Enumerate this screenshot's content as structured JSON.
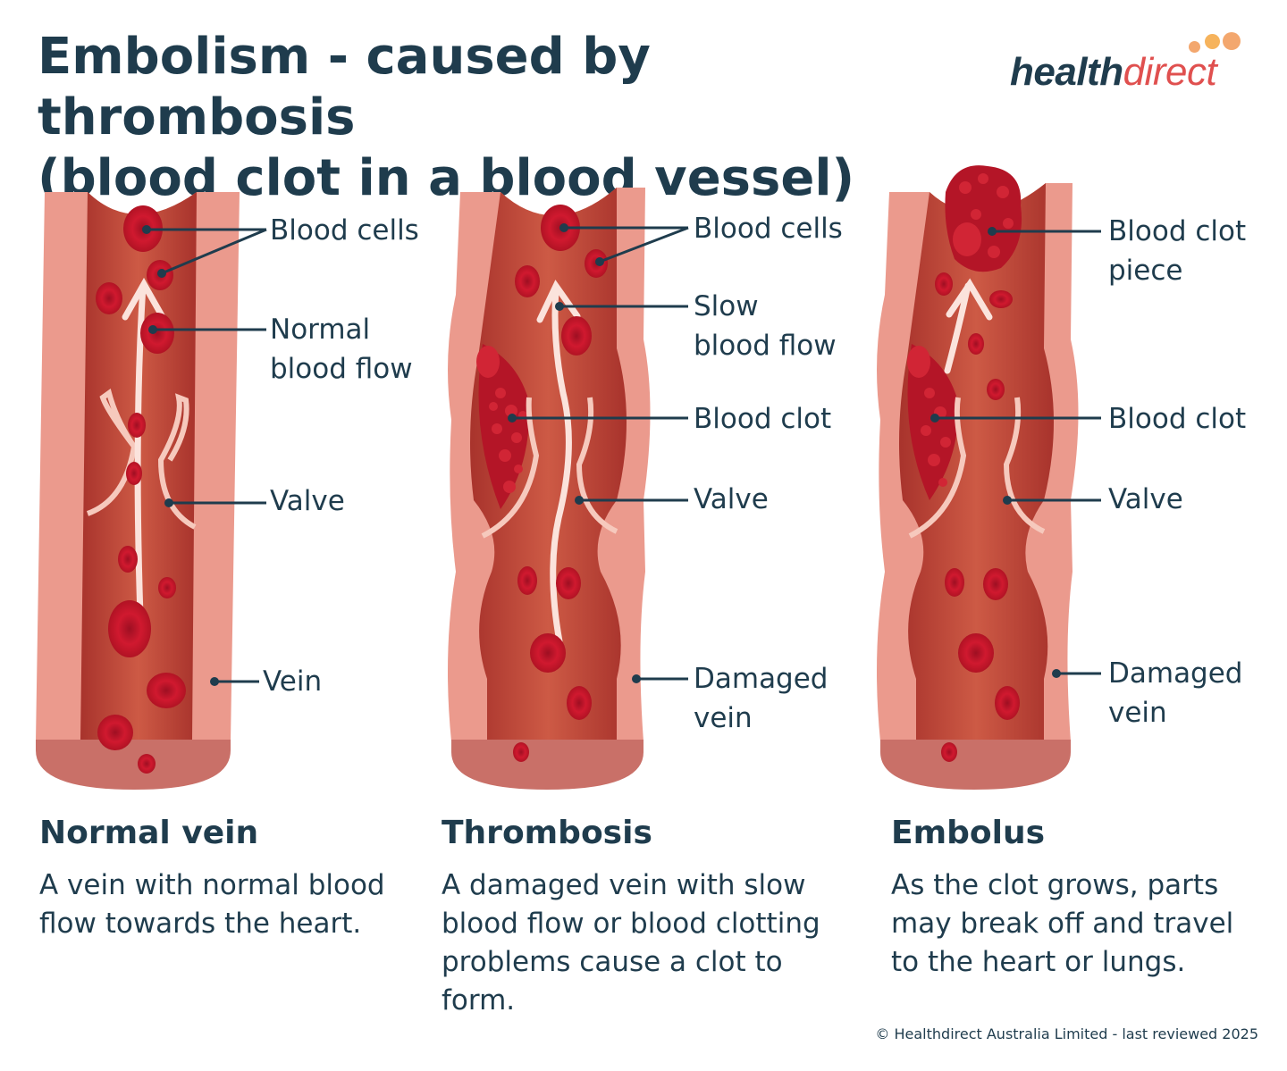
{
  "title": {
    "bold": "Embolism",
    "rest": " - caused by thrombosis",
    "line2": "(blood clot in a blood vessel)"
  },
  "logo": {
    "part1": "health",
    "part2": "direct",
    "colors": {
      "dark": "#1f3c4d",
      "red": "#e0504f",
      "dot1": "#f3a76e",
      "dot2": "#f6b35c",
      "dot3": "#e8605a"
    }
  },
  "colors": {
    "vein_wall": "#eb9a8d",
    "vein_wall_dark": "#c56f66",
    "blood": "#c0392b",
    "cell": "#c8192e",
    "flow_arrow": "#fbe3dc",
    "text": "#1f3c4d"
  },
  "panels": [
    {
      "heading": "Normal vein",
      "description": "A vein with normal blood flow towards the heart.",
      "labels": [
        "Blood cells",
        "Normal\nblood flow",
        "Valve",
        "Vein"
      ]
    },
    {
      "heading": "Thrombosis",
      "description": "A damaged vein with slow blood flow or blood clotting problems cause a clot to form.",
      "labels": [
        "Blood cells",
        "Slow\nblood flow",
        "Blood clot",
        "Valve",
        "Damaged\nvein"
      ]
    },
    {
      "heading": "Embolus",
      "description": "As the clot grows, parts may break off and travel to the heart or lungs.",
      "labels": [
        "Blood clot\npiece",
        "Blood clot",
        "Valve",
        "Damaged\nvein"
      ]
    }
  ],
  "credit": "© Healthdirect Australia Limited - last reviewed 2025"
}
